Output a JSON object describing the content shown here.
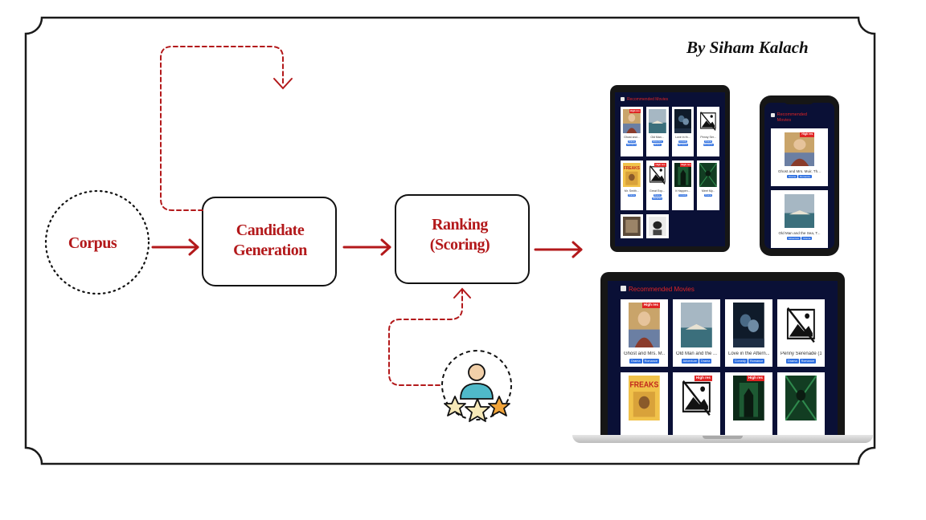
{
  "credit": "By Siham Kalach",
  "nodes": {
    "corpus": "Corpus",
    "candidate": [
      "Candidate",
      "Generation"
    ],
    "ranking": [
      "Ranking",
      "(Scoring)"
    ]
  },
  "app": {
    "title": "Recommended Movies",
    "badge": "High res"
  },
  "colors": {
    "accent": "#b3191b",
    "screen_bg": "#0a1036",
    "title_red": "#e02424",
    "tag_blue": "#2e6fe0"
  },
  "tablet_cards": [
    {
      "title": "Ghost and...",
      "tags": [
        "Drama",
        "Romance"
      ],
      "hd": true,
      "poster": "portrait"
    },
    {
      "title": "Old Man...",
      "tags": [
        "Adventure",
        "Drama"
      ],
      "hd": false,
      "poster": "sea"
    },
    {
      "title": "Love in th...",
      "tags": [
        "Comedy",
        "Romance"
      ],
      "hd": false,
      "poster": "dark-blue"
    },
    {
      "title": "Penny Ser...",
      "tags": [
        "Drama",
        "Romance"
      ],
      "hd": false,
      "poster": "missing"
    },
    {
      "title": "Mr. Smith...",
      "tags": [
        "Drama"
      ],
      "hd": false,
      "poster": "freaks"
    },
    {
      "title": "Great Exp...",
      "tags": [
        "Drama",
        "Romance"
      ],
      "hd": true,
      "poster": "missing"
    },
    {
      "title": "It Happen...",
      "tags": [
        "Comedy"
      ],
      "hd": true,
      "poster": "matrix"
    },
    {
      "title": "Meet My...",
      "tags": [
        "Drama"
      ],
      "hd": false,
      "poster": "matrix2"
    },
    {
      "title": "",
      "tags": [],
      "hd": false,
      "poster": "film-strip"
    },
    {
      "title": "",
      "tags": [],
      "hd": false,
      "poster": "face"
    }
  ],
  "phone_cards": [
    {
      "title": "Ghost and Mrs. Muir, Th...",
      "tags": [
        "Drama",
        "Romance"
      ],
      "hd": true,
      "poster": "portrait"
    },
    {
      "title": "Old Man and the Sea, T...",
      "tags": [
        "Adventure",
        "Drama"
      ],
      "hd": false,
      "poster": "sea"
    }
  ],
  "laptop_cards": [
    {
      "title": "Ghost and Mrs. M...",
      "tags": [
        "Drama",
        "Romance"
      ],
      "hd": true,
      "poster": "portrait"
    },
    {
      "title": "Old Man and the ...",
      "tags": [
        "Adventure",
        "Drama"
      ],
      "hd": false,
      "poster": "sea"
    },
    {
      "title": "Love in the Aftern...",
      "tags": [
        "Comedy",
        "Romance"
      ],
      "hd": false,
      "poster": "dark-blue"
    },
    {
      "title": "Penny Serenade (1...",
      "tags": [
        "Drama",
        "Romance"
      ],
      "hd": false,
      "poster": "missing"
    },
    {
      "title": "",
      "tags": [],
      "hd": false,
      "poster": "freaks"
    },
    {
      "title": "",
      "tags": [],
      "hd": true,
      "poster": "missing"
    },
    {
      "title": "",
      "tags": [],
      "hd": true,
      "poster": "matrix"
    },
    {
      "title": "",
      "tags": [],
      "hd": false,
      "poster": "matrix2"
    }
  ]
}
